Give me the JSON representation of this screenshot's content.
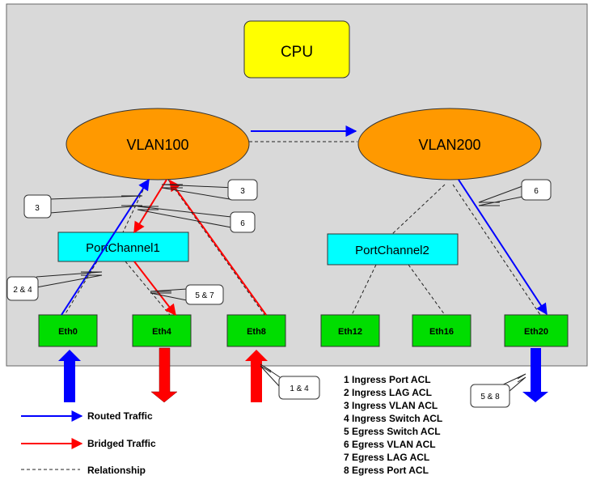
{
  "cpu": {
    "label": "CPU"
  },
  "vlans": [
    {
      "id": "vlan100",
      "label": "VLAN100"
    },
    {
      "id": "vlan200",
      "label": "VLAN200"
    }
  ],
  "portchannels": [
    {
      "id": "pc1",
      "label": "PortChannel1"
    },
    {
      "id": "pc2",
      "label": "PortChannel2"
    }
  ],
  "ports": [
    {
      "id": "eth0",
      "label": "Eth0"
    },
    {
      "id": "eth4",
      "label": "Eth4"
    },
    {
      "id": "eth8",
      "label": "Eth8"
    },
    {
      "id": "eth12",
      "label": "Eth12"
    },
    {
      "id": "eth16",
      "label": "Eth16"
    },
    {
      "id": "eth20",
      "label": "Eth20"
    }
  ],
  "callouts": {
    "c1": "3",
    "c2": "3",
    "c3": "6",
    "c4": "2 & 4",
    "c5": "5 & 7",
    "c6": "6",
    "c7": "1 & 4",
    "c8": "5 & 8"
  },
  "legend": {
    "routed": "Routed Traffic",
    "bridged": "Bridged Traffic",
    "relationship": "Relationship"
  },
  "acl_list": [
    "1 Ingress Port ACL",
    "2 Ingress LAG ACL",
    "3 Ingress VLAN ACL",
    "4 Ingress Switch ACL",
    "5 Egress Switch ACL",
    "6 Egress VLAN ACL",
    "7 Egress LAG ACL",
    "8 Egress Port ACL"
  ],
  "colors": {
    "chassis": "#d9d9d9",
    "cpu": "#ffff00",
    "vlan": "#ff9900",
    "portchannel": "#00ffff",
    "port": "#00dd00",
    "routed": "#0000ff",
    "bridged": "#ff0000"
  }
}
